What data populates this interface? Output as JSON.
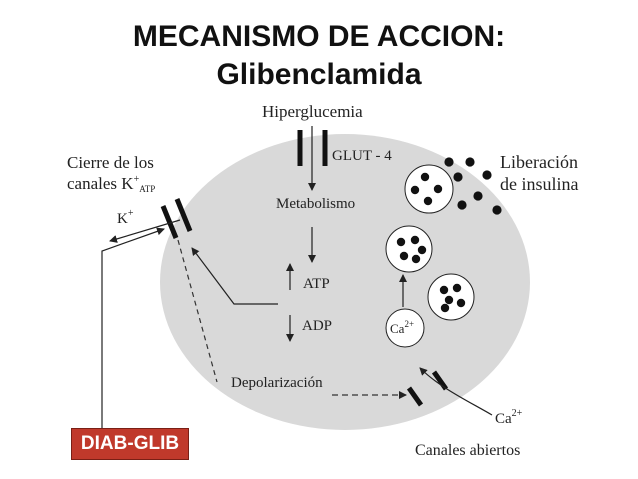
{
  "title": {
    "line1": "MECANISMO DE ACCION:",
    "line2": "Glibenclamida"
  },
  "diagram": {
    "hyperglycemia": "Hiperglucemia",
    "glut": "GLUT - 4",
    "metabolism": "Metabolismo",
    "atp": "ATP",
    "adp": "ADP",
    "channel_closure_line1": "Cierre de los",
    "channel_closure_line2": "canales K",
    "channel_closure_sup": "+",
    "channel_closure_sub": "ATP",
    "k_ion": "K",
    "k_ion_sup": "+",
    "insulin_release_line1": "Liberación",
    "insulin_release_line2": "de insulina",
    "ca_inside": "Ca",
    "ca_inside_sup": "2+",
    "ca_outside": "Ca",
    "ca_outside_sup": "2+",
    "depolarization": "Depolarización",
    "open_channels": "Canales abiertos"
  },
  "badge": {
    "label": "DIAB-GLIB",
    "color": "#c0392b"
  },
  "colors": {
    "cell": "#d9d9d9",
    "ink": "#222222"
  }
}
